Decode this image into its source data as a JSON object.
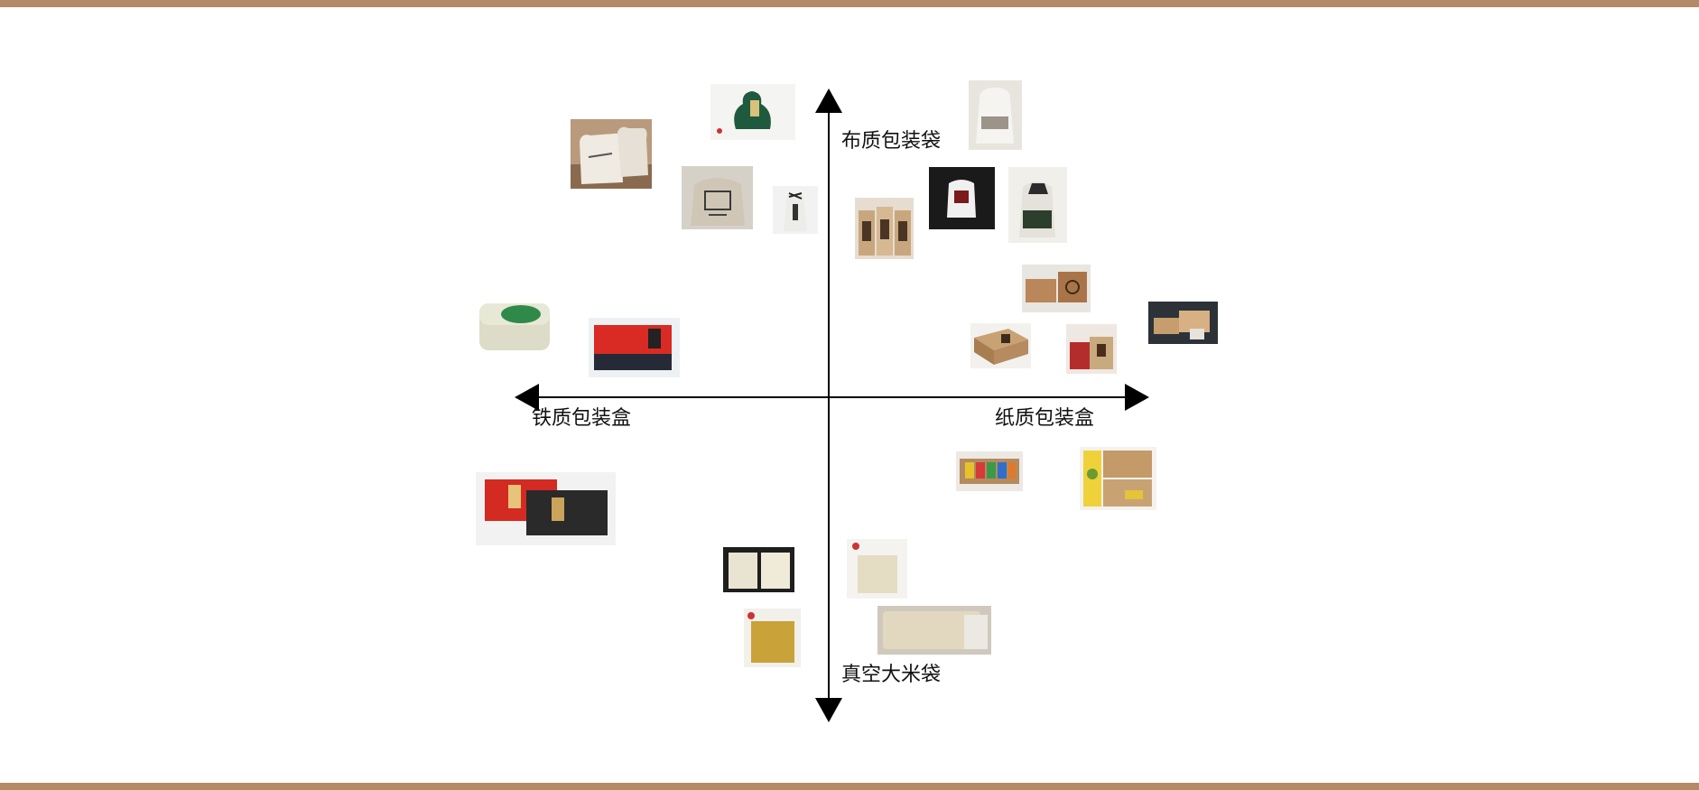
{
  "colors": {
    "band": "#b48a68",
    "axis": "#000000"
  },
  "axes": {
    "top": "布质包装袋",
    "bottom": "真空大米袋",
    "left": "铁质包装盒",
    "right": "纸质包装盒"
  },
  "products": [
    {
      "id": "cloth-bag-pair",
      "category": "布质包装袋"
    },
    {
      "id": "green-gourd-bag",
      "category": "布质包装袋"
    },
    {
      "id": "linen-print-bag",
      "category": "布质包装袋"
    },
    {
      "id": "small-tied-bag",
      "category": "布质包装袋"
    },
    {
      "id": "white-drawstring-bag",
      "category": "布质包装袋"
    },
    {
      "id": "dark-bg-bag",
      "category": "布质包装袋"
    },
    {
      "id": "wugu-bag",
      "category": "布质包装袋"
    },
    {
      "id": "triple-kraft-bags",
      "category": "布质包装袋"
    },
    {
      "id": "kraft-box-open",
      "category": "纸质包装盒"
    },
    {
      "id": "kraft-gift-box",
      "category": "纸质包装盒"
    },
    {
      "id": "red-set-box",
      "category": "纸质包装盒"
    },
    {
      "id": "kraft-set-dark",
      "category": "纸质包装盒"
    },
    {
      "id": "colorful-pack-box",
      "category": "纸质包装盒"
    },
    {
      "id": "kraft-yellow-box",
      "category": "纸质包装盒"
    },
    {
      "id": "green-tin",
      "category": "铁质包装盒"
    },
    {
      "id": "red-tin",
      "category": "铁质包装盒"
    },
    {
      "id": "red-black-tins",
      "category": "铁质包装盒"
    },
    {
      "id": "vacuum-pair",
      "category": "真空大米袋"
    },
    {
      "id": "vacuum-single",
      "category": "真空大米袋"
    },
    {
      "id": "vacuum-gold",
      "category": "真空大米袋"
    },
    {
      "id": "vacuum-flat",
      "category": "真空大米袋"
    }
  ]
}
